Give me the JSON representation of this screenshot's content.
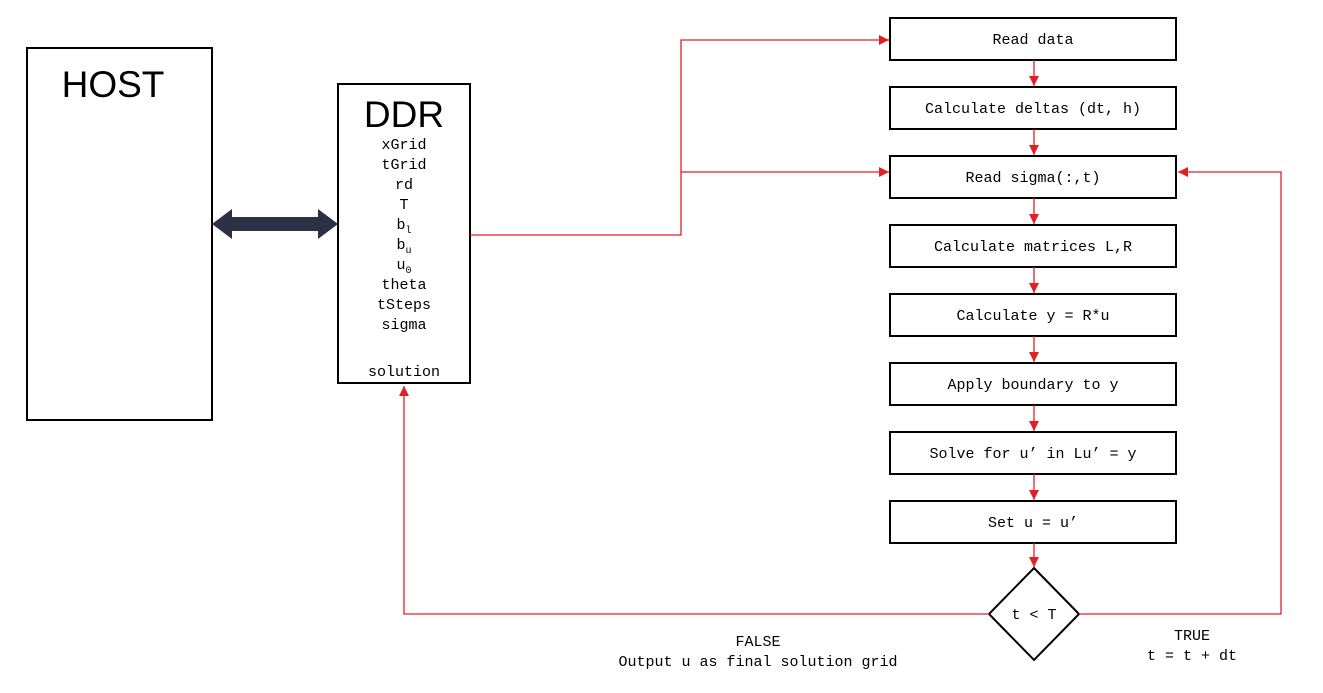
{
  "host": {
    "title": "HOST"
  },
  "ddr": {
    "title": "DDR",
    "variables": [
      {
        "base": "xGrid",
        "sub": ""
      },
      {
        "base": "tGrid",
        "sub": ""
      },
      {
        "base": "rd",
        "sub": ""
      },
      {
        "base": "T",
        "sub": ""
      },
      {
        "base": "b",
        "sub": "l"
      },
      {
        "base": "b",
        "sub": "u"
      },
      {
        "base": "u",
        "sub": "0"
      },
      {
        "base": "theta",
        "sub": ""
      },
      {
        "base": "tSteps",
        "sub": ""
      },
      {
        "base": "sigma",
        "sub": ""
      }
    ],
    "output": "solution"
  },
  "steps": [
    "Read data",
    "Calculate deltas (dt, h)",
    "Read sigma(:,t)",
    "Calculate matrices L,R",
    "Calculate y = R*u",
    "Apply boundary to y",
    "Solve for u’ in Lu’ = y",
    "Set u = u’"
  ],
  "decision": {
    "condition": "t < T",
    "false_branch": {
      "label": "FALSE",
      "action": "Output u as final solution grid"
    },
    "true_branch": {
      "label": "TRUE",
      "action": "t = t + dt"
    }
  },
  "colors": {
    "flow_arrow": "#e31f26",
    "host_link": "#2b3245",
    "stroke": "#000000"
  }
}
